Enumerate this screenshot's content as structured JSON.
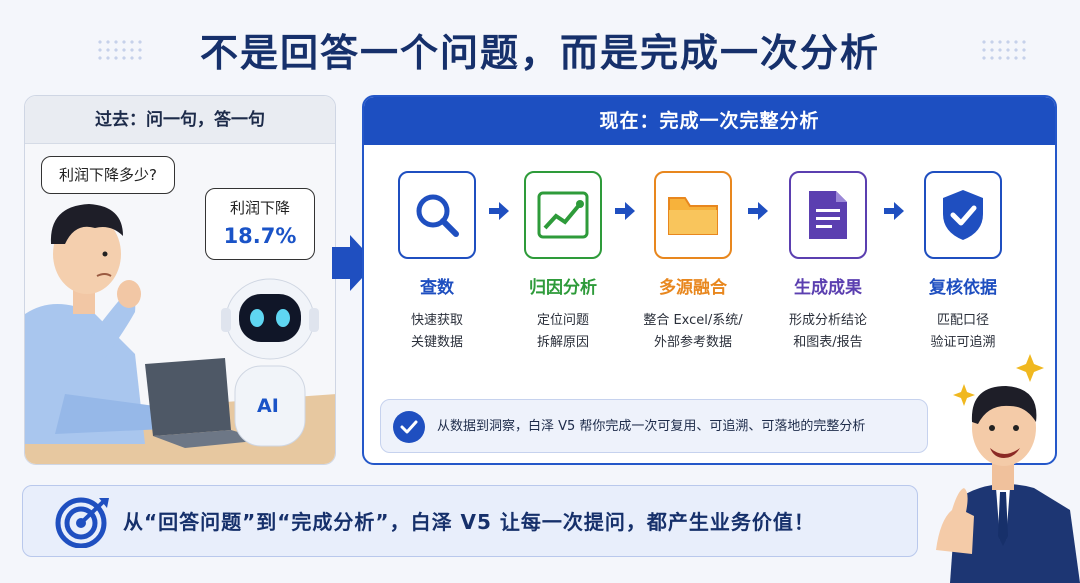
{
  "header": {
    "title": "不是回答一个问题，而是完成一次分析"
  },
  "left_panel": {
    "title": "过去：问一句，答一句",
    "question_bubble": "利润下降多少?",
    "answer_bubble_line1": "利润下降",
    "answer_bubble_value": "18.7%",
    "robot_label": "AI"
  },
  "right_panel": {
    "title": "现在：完成一次完整分析",
    "steps": [
      {
        "name": "查数",
        "desc1": "快速获取",
        "desc2": "关键数据",
        "icon": "search-icon",
        "color": "#1f4fc0"
      },
      {
        "name": "归因分析",
        "desc1": "定位问题",
        "desc2": "拆解原因",
        "icon": "trend-chart-icon",
        "color": "#2e9b3a"
      },
      {
        "name": "多源融合",
        "desc1": "整合 Excel/系统/",
        "desc2": "外部参考数据",
        "icon": "folder-icon",
        "color": "#e8871e"
      },
      {
        "name": "生成成果",
        "desc1": "形成分析结论",
        "desc2": "和图表/报告",
        "icon": "document-icon",
        "color": "#5b3fb0"
      },
      {
        "name": "复核依据",
        "desc1": "匹配口径",
        "desc2": "验证可追溯",
        "icon": "shield-check-icon",
        "color": "#1f4fc0"
      }
    ],
    "summary": "从数据到洞察，白泽 V5 帮你完成一次可复用、可追溯、可落地的完整分析"
  },
  "banner": {
    "text": "从“回答问题”到“完成分析”，白泽 V5 让每一次提问，都产生业务价值！"
  }
}
